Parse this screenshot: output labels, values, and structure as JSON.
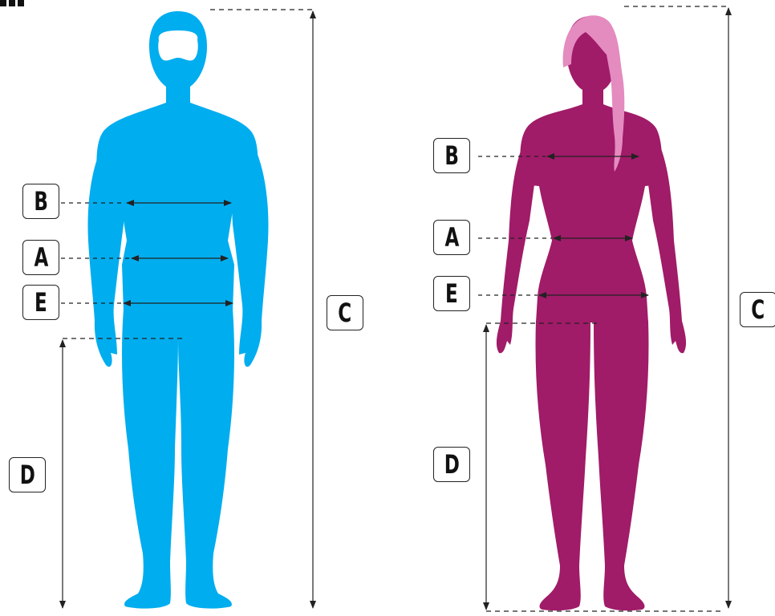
{
  "colors": {
    "male_body": "#00ADEF",
    "female_body": "#A01B68",
    "hair": "#E48BC0",
    "mask": "#FFFFFF",
    "guide_line": "#222222"
  },
  "male": {
    "labels": {
      "b": "B",
      "a": "A",
      "e": "E",
      "c": "C",
      "d": "D"
    }
  },
  "female": {
    "labels": {
      "b": "B",
      "a": "A",
      "e": "E",
      "c": "C",
      "d": "D"
    }
  }
}
